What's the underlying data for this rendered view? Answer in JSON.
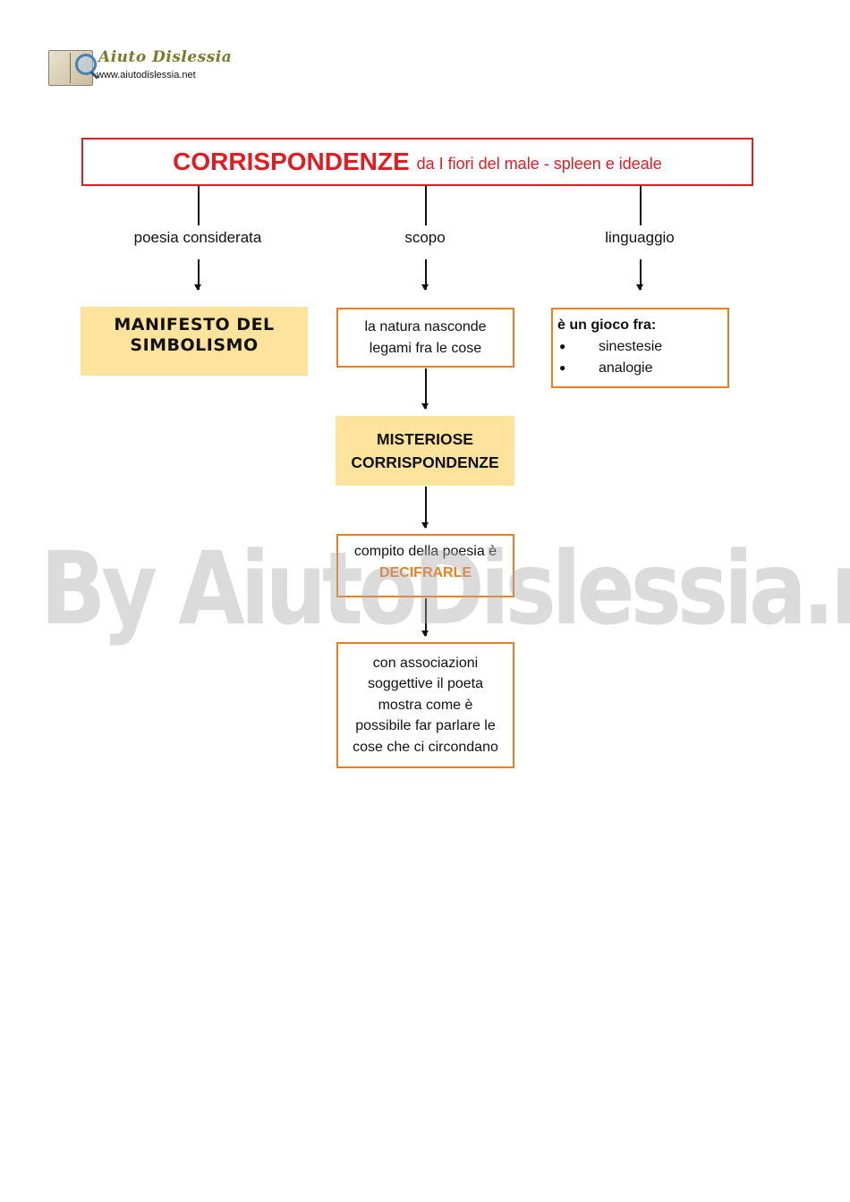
{
  "logo": {
    "name": "Aiuto Dislessia",
    "url": "www.aiutodislessia.net"
  },
  "title": {
    "main": "CORRISPONDENZE",
    "sub": "da I fiori del male - spleen e ideale"
  },
  "branches": {
    "left": "poesia considerata",
    "center": "scopo",
    "right": "linguaggio"
  },
  "nodes": {
    "manifesto": [
      "MANIFESTO DEL",
      "SIMBOLISMO"
    ],
    "natura": [
      "la natura nasconde",
      "legami fra le cose"
    ],
    "misteriose": [
      "MISTERIOSE",
      "CORRISPONDENZE"
    ],
    "compito": {
      "line1": "compito della poesia è",
      "highlight": "DECIFRARLE"
    },
    "associazioni": [
      "con associazioni",
      "soggettive il poeta",
      "mostra come è",
      "possibile far parlare le",
      "cose che ci circondano"
    ],
    "gioco": {
      "title": "è un gioco fra:",
      "items": [
        "sinestesie",
        "analogie"
      ]
    }
  },
  "watermark": "By AiutoDislessia.net",
  "colors": {
    "title_red": "#e31b23",
    "box_orange": "#ee7d1c",
    "highlight_yellow": "#fde39b"
  }
}
